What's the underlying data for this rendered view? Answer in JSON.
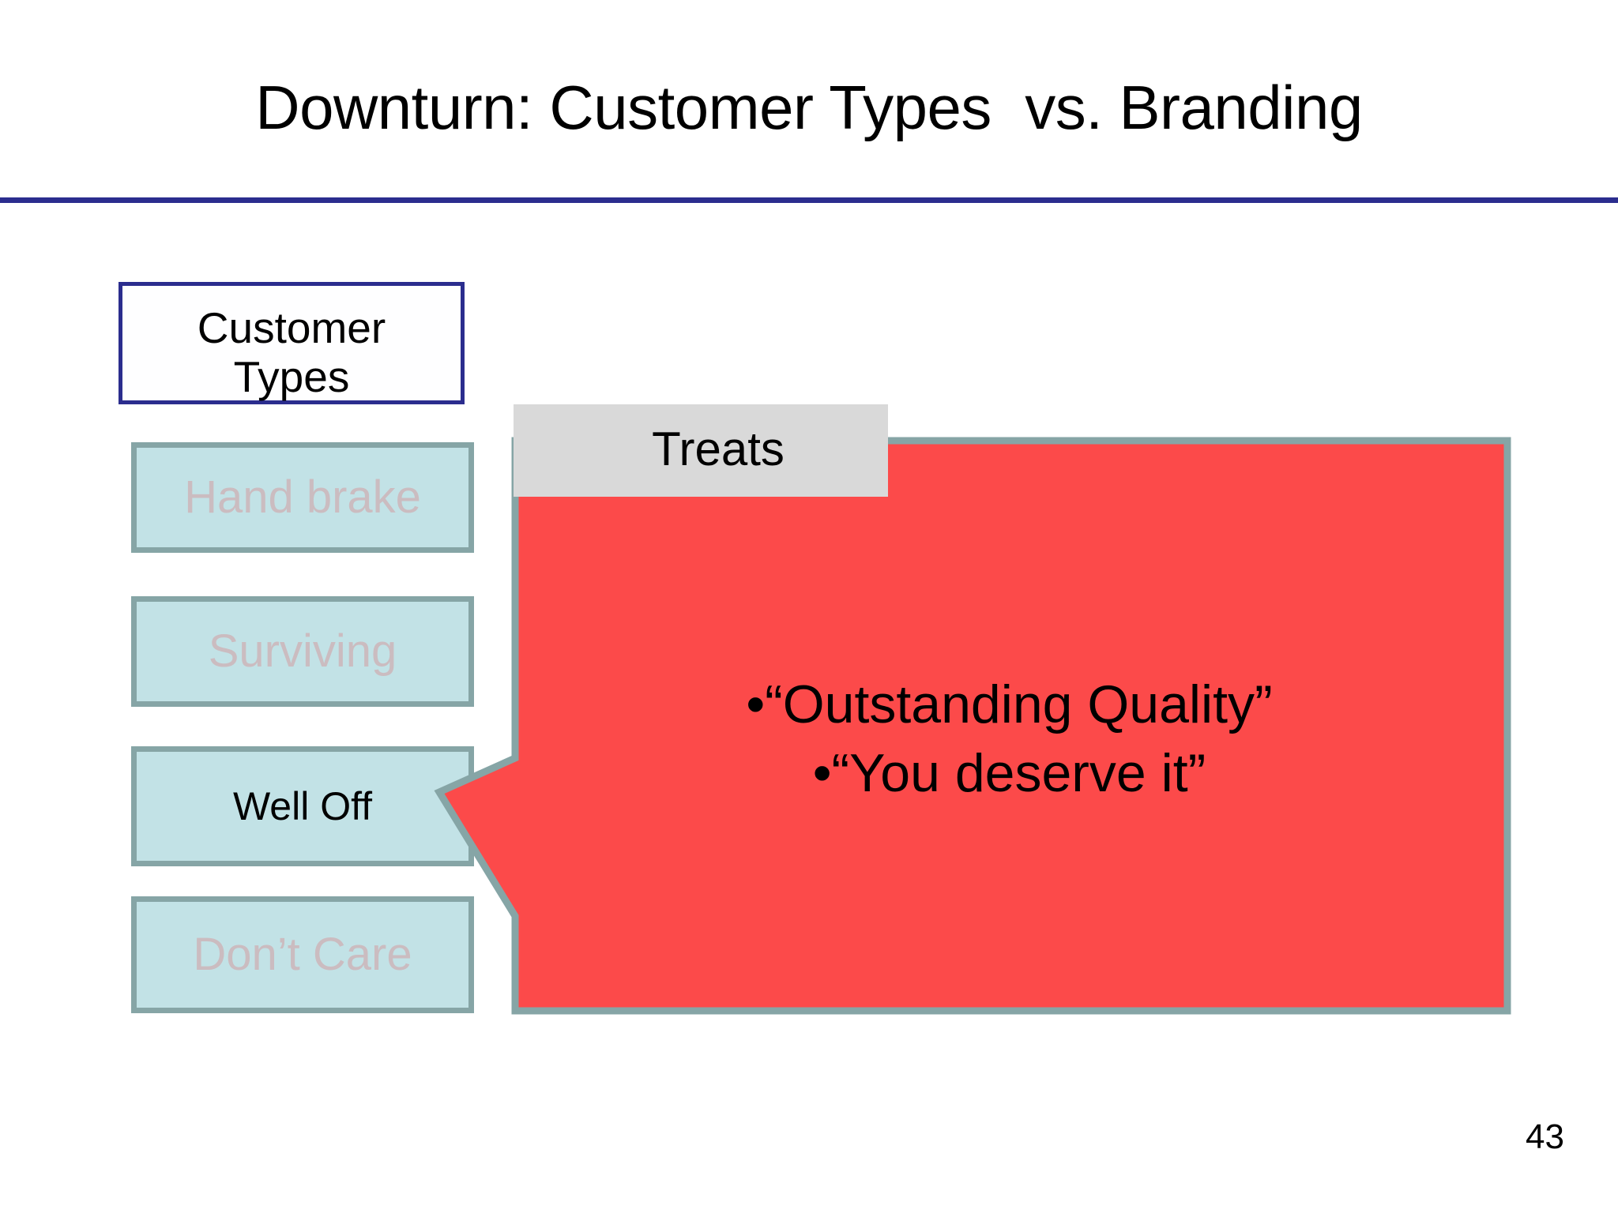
{
  "slide": {
    "title": "Downturn: Customer Types  vs. Branding",
    "page_number": "43",
    "colors": {
      "title_rule": "#2B2D8E",
      "header_box_border": "#2B2D8E",
      "type_box_fill": "#C2E2E6",
      "type_box_border": "#86A5A6",
      "type_label_faded": "#CBBCC0",
      "callout_fill": "#FC4A4A",
      "callout_border": "#86A5A6",
      "treats_tag_fill": "#D9D9D9",
      "text": "#000000",
      "background": "#FFFFFF"
    }
  },
  "customer_types": {
    "header_label": "Customer\nTypes",
    "items": [
      {
        "label": "Hand brake",
        "state": "faded"
      },
      {
        "label": "Surviving",
        "state": "faded"
      },
      {
        "label": "Well Off",
        "state": "active"
      },
      {
        "label": "Don’t Care",
        "state": "faded"
      }
    ]
  },
  "callout": {
    "tag_label": "Treats",
    "points_at": "Well Off",
    "bullets": [
      "•“Outstanding Quality”",
      "•“You deserve it”"
    ]
  }
}
